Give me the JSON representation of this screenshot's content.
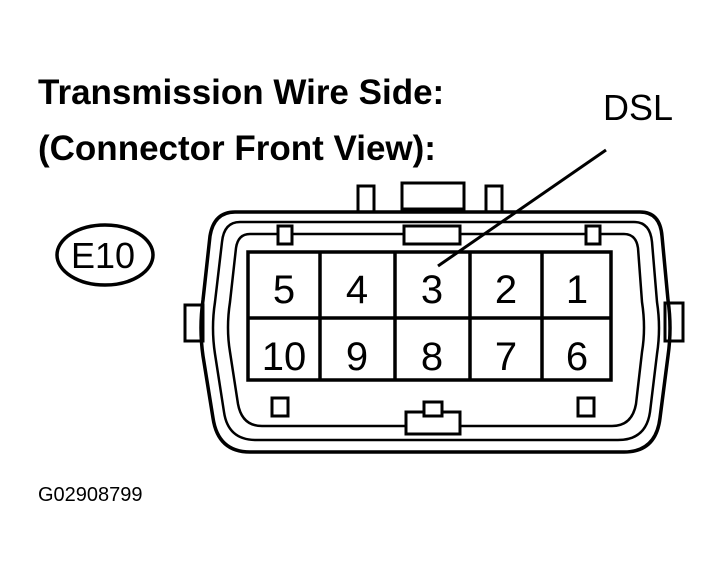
{
  "title_line1": "Transmission Wire Side:",
  "title_line2": "(Connector Front View):",
  "connector_id": "E10",
  "pointer_label": "DSL",
  "pins_top": [
    "5",
    "4",
    "3",
    "2",
    "1"
  ],
  "pins_bottom": [
    "10",
    "9",
    "8",
    "7",
    "6"
  ],
  "figure_code": "G02908799"
}
